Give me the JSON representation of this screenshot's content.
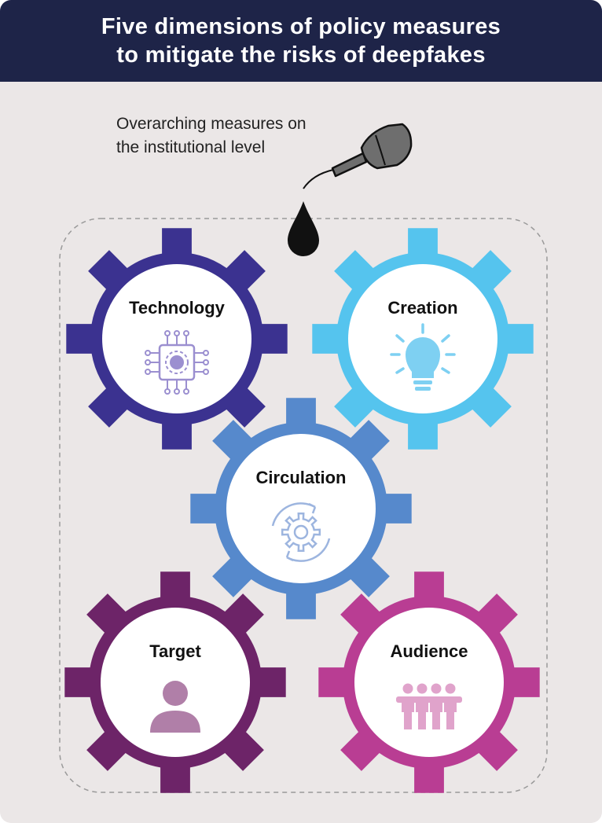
{
  "title": {
    "line1": "Five dimensions of policy measures",
    "line2": "to mitigate the risks of deepfakes"
  },
  "overarching": {
    "line1": "Overarching measures on",
    "line2": "the institutional level",
    "icon": "oil-can-icon"
  },
  "gears": [
    {
      "id": "technology",
      "label": "Technology",
      "icon": "chip-icon",
      "color": "#3b3290",
      "icon_color": "#9b8fd0"
    },
    {
      "id": "creation",
      "label": "Creation",
      "icon": "lightbulb-icon",
      "color": "#55c4ee",
      "icon_color": "#7ed0f2"
    },
    {
      "id": "circulation",
      "label": "Circulation",
      "icon": "cycle-gear-icon",
      "color": "#5689cc",
      "icon_color": "#9db5df"
    },
    {
      "id": "target",
      "label": "Target",
      "icon": "person-icon",
      "color": "#6d2468",
      "icon_color": "#b07fa8"
    },
    {
      "id": "audience",
      "label": "Audience",
      "icon": "group-icon",
      "color": "#b93d93",
      "icon_color": "#e0a3cb"
    }
  ],
  "colors": {
    "header_bg": "#1e2448",
    "panel_bg": "#ebe7e7",
    "dashed_border": "#9a9a9a",
    "drop": "#111111"
  }
}
